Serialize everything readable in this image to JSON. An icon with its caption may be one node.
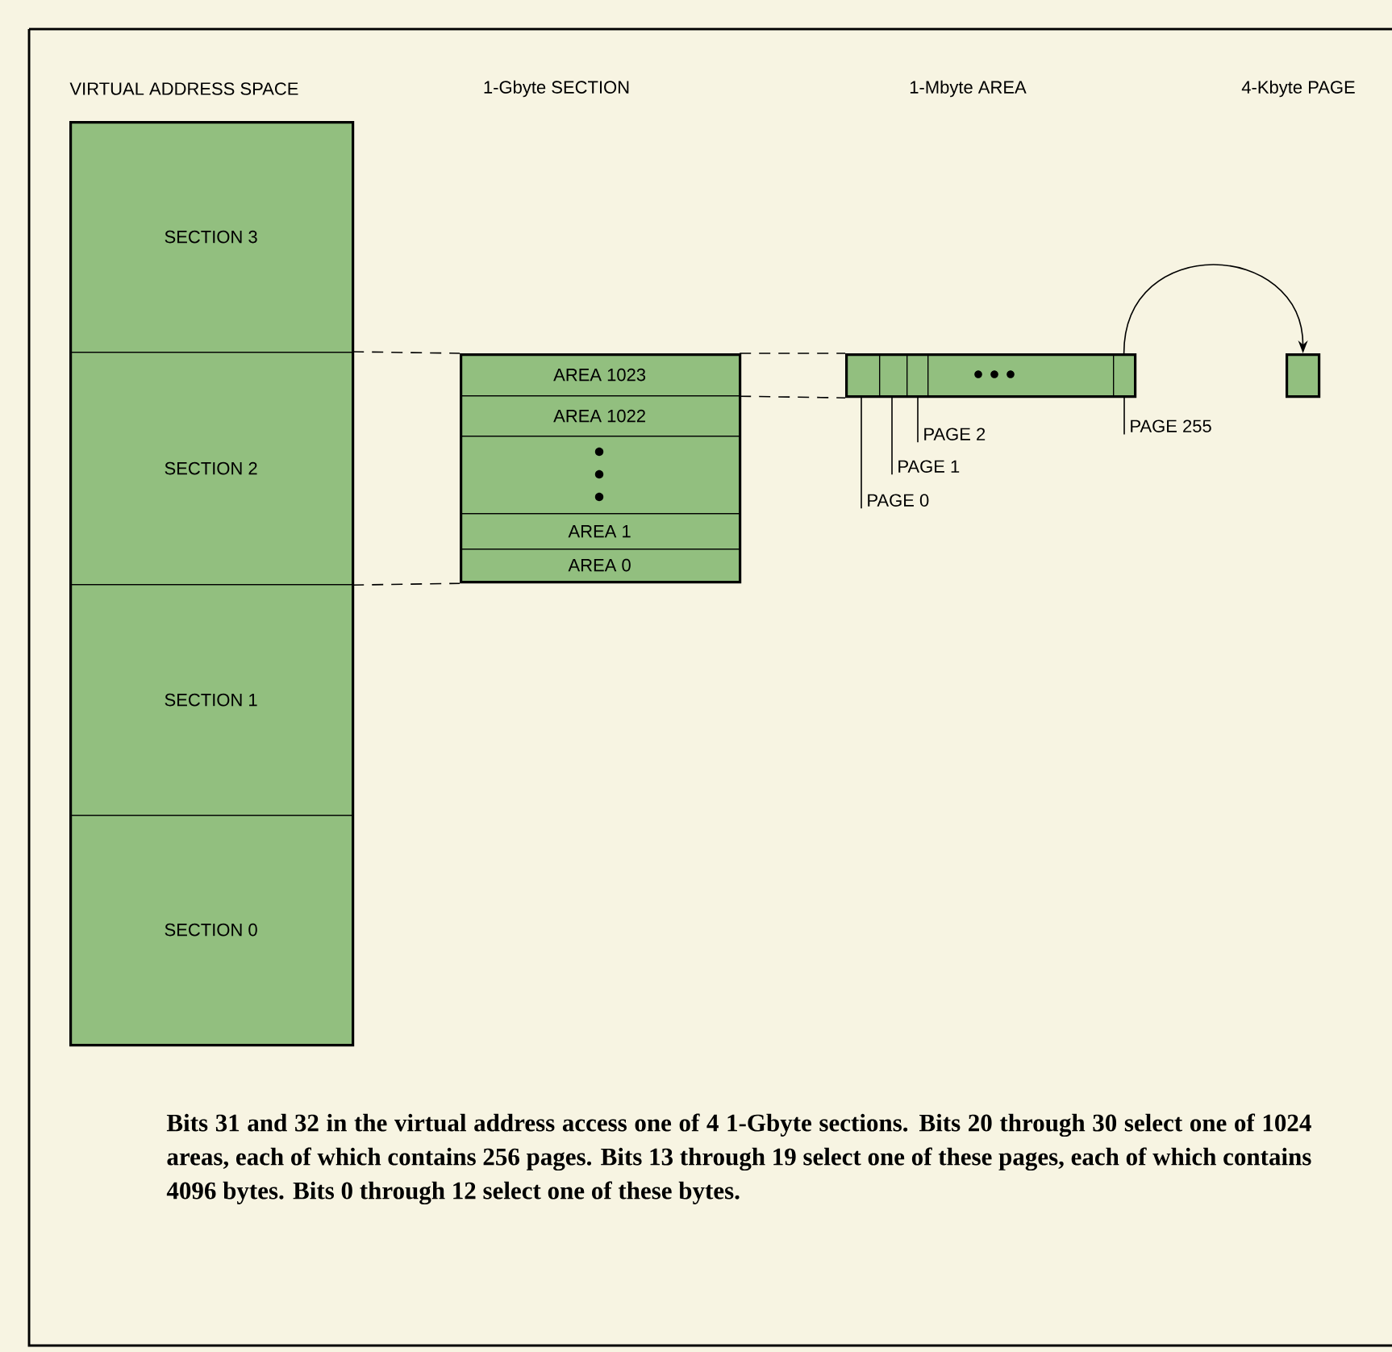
{
  "diagram": {
    "caption": "Bits 31 and 32 in the virtual address access one of 4 1-Gbyte sections. Bits 20 through 30 select one of 1024 areas, each of which contains 256 pages. Bits 13 through 19 select one of these pages, each of which contains 4096 bytes. Bits 0 through 12 select one of these bytes.",
    "nodes": [
      {
        "text": [
          "VIRTUAL ADDRESS SPACE"
        ]
      },
      {
        "text": [
          "SECTION 3"
        ],
        "in": 0
      },
      {
        "text": [
          "SECTION 2"
        ],
        "in": 0
      },
      {
        "text": [
          "SECTION 1"
        ],
        "in": 0
      },
      {
        "text": [
          "SECTION 0"
        ],
        "in": 0
      },
      {
        "text": [],
        "shape": "box"
      },
      {
        "text": [
          "AREA 1023"
        ],
        "in": 5
      },
      {
        "text": [
          "AREA 1022"
        ],
        "in": 5
      },
      {
        "text": [],
        "shape": "box",
        "in": 5
      },
      {
        "text": [
          "AREA 1"
        ],
        "in": 5
      },
      {
        "text": [
          "AREA 0"
        ],
        "in": 5
      },
      {
        "text": [],
        "shape": "box"
      },
      {
        "text": [],
        "shape": "box",
        "in": 11
      },
      {
        "text": [],
        "shape": "box",
        "in": 11
      },
      {
        "text": [],
        "shape": "box",
        "in": 11
      },
      {
        "text": [],
        "shape": "box",
        "in": 11
      },
      {
        "text": [],
        "shape": "box",
        "in": 11
      },
      {
        "text": [
          "PAGE 0"
        ]
      },
      {
        "text": [
          "PAGE 1"
        ]
      },
      {
        "text": [
          "PAGE 2"
        ]
      },
      {
        "text": [
          "PAGE 255"
        ]
      },
      {
        "text": [],
        "shape": "box"
      }
    ],
    "labels": [
      "1-Gbyte SECTION",
      "1-Mbyte AREA",
      "4-Kbyte PAGE"
    ],
    "edges": [
      {
        "from": 2,
        "to": 5,
        "arrow": "none",
        "style": "dashed"
      },
      {
        "from": 2,
        "to": 5,
        "arrow": "none",
        "style": "dashed"
      },
      {
        "from": 6,
        "to": 11,
        "arrow": "none",
        "style": "dashed"
      },
      {
        "from": 6,
        "to": 11,
        "arrow": "none",
        "style": "dashed"
      },
      {
        "from": 17,
        "to": 12,
        "arrow": "none"
      },
      {
        "from": 18,
        "to": 13,
        "arrow": "none"
      },
      {
        "from": 19,
        "to": 14,
        "arrow": "none"
      },
      {
        "from": 20,
        "to": 16,
        "arrow": "none"
      },
      {
        "from": 16,
        "to": 21,
        "arrow": "to"
      }
    ]
  }
}
